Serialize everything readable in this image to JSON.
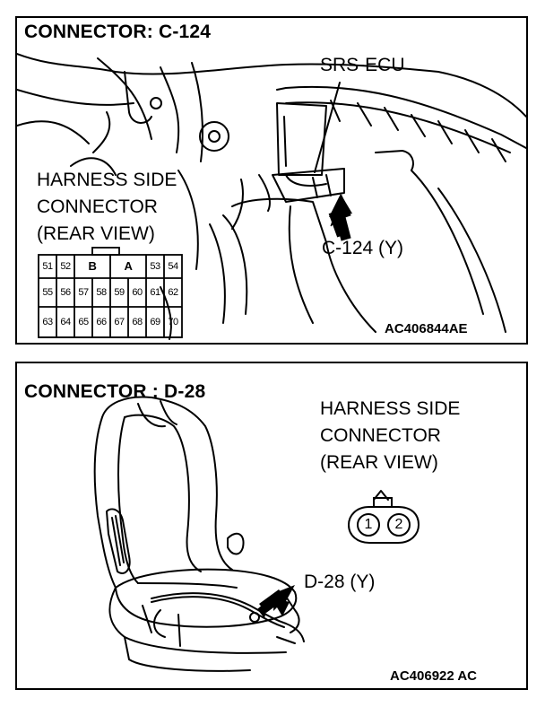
{
  "panel_top": {
    "title": "CONNECTOR: C-124",
    "ecu_label": "SRS-ECU",
    "harness_label": [
      "HARNESS SIDE",
      "CONNECTOR",
      "(REAR VIEW)"
    ],
    "connector_callout": "C-124 (Y)",
    "figure_code": "AC406844AE",
    "pins_row1": [
      "51",
      "52",
      "B",
      "A",
      "53",
      "54"
    ],
    "pins_row2": [
      "55",
      "56",
      "57",
      "58",
      "59",
      "60",
      "61",
      "62"
    ],
    "pins_row3": [
      "63",
      "64",
      "65",
      "66",
      "67",
      "68",
      "69",
      "70"
    ]
  },
  "panel_bottom": {
    "title": "CONNECTOR : D-28",
    "harness_label": [
      "HARNESS SIDE",
      "CONNECTOR",
      "(REAR VIEW)"
    ],
    "connector_callout": "D-28 (Y)",
    "figure_code": "AC406922 AC",
    "pins": [
      "1",
      "2"
    ]
  }
}
